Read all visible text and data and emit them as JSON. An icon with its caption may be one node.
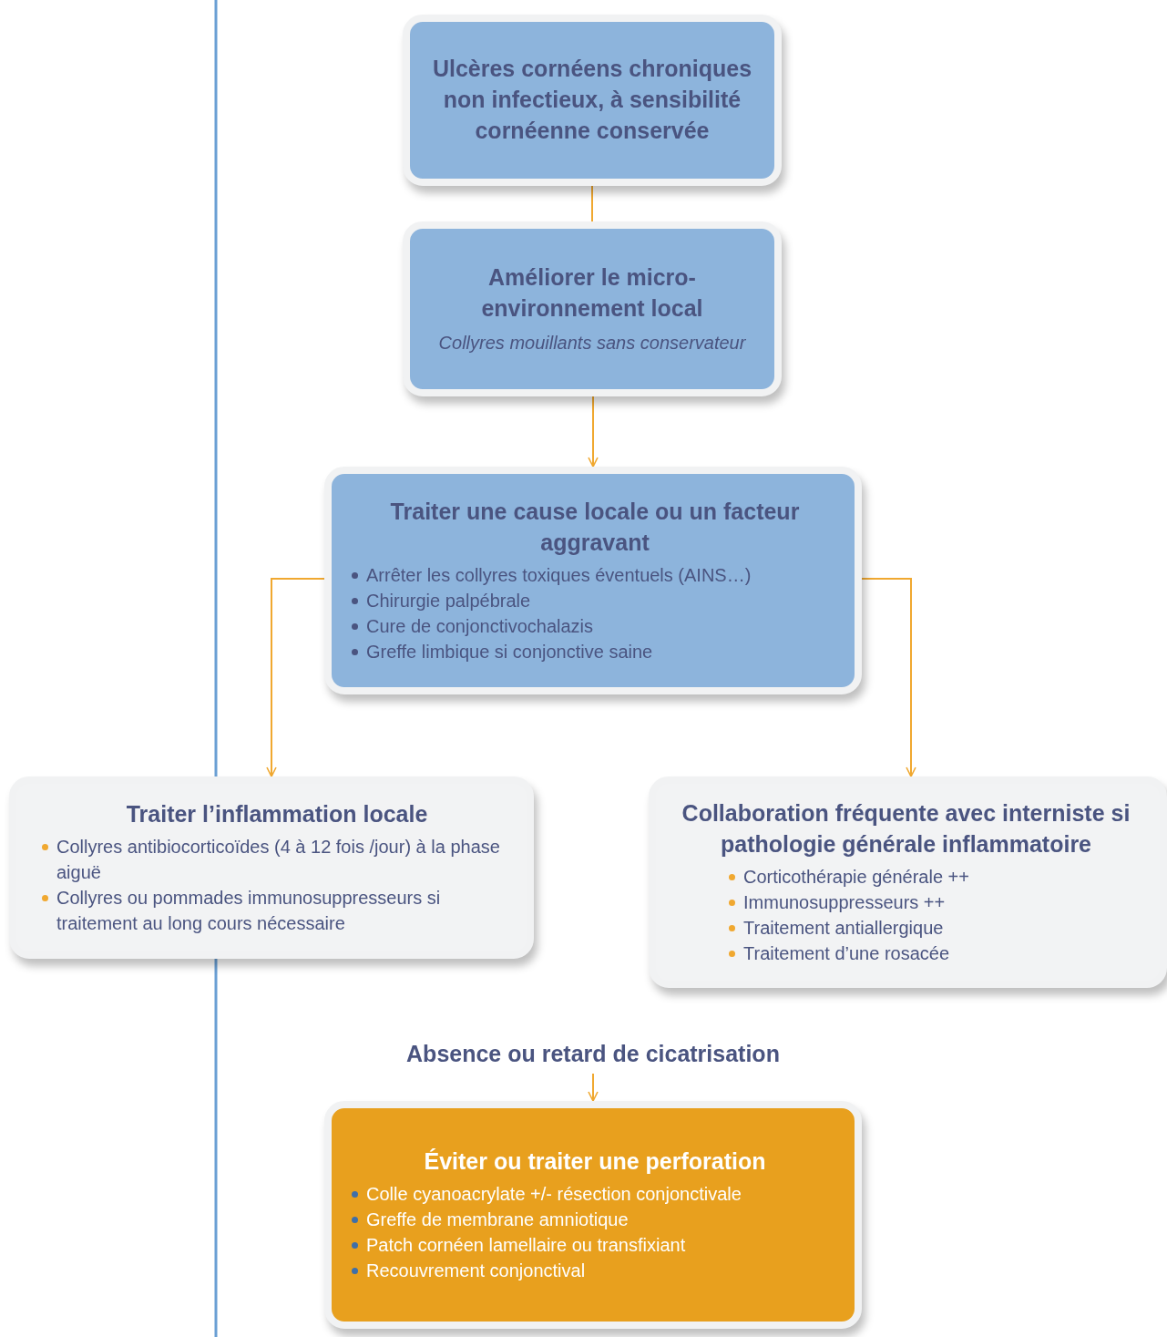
{
  "diagram": {
    "nodes": [
      {
        "text": [
          "Ulcères cornéens chroniques non infectieux, à sensibilité cornéenne conservée"
        ]
      },
      {
        "text": [
          "Améliorer le micro-environnement local",
          "Collyres mouillants sans conservateur"
        ]
      },
      {
        "text": [
          "Traiter une cause locale ou un facteur aggravant",
          "Arrêter les collyres toxiques éventuels (AINS…)",
          "Chirurgie palpébrale",
          "Cure de conjonctivochalazis",
          "Greffe limbique si conjonctive saine"
        ]
      },
      {
        "text": [
          "Traiter l’inflammation locale",
          "Collyres antibiocorticoïdes (4 à 12 fois /jour) à la phase aiguë",
          "Collyres ou pommades immunosuppresseurs si traitement au long cours nécessaire"
        ]
      },
      {
        "text": [
          "Collaboration fréquente avec interniste si pathologie générale inflammatoire",
          "Corticothérapie générale ++",
          "Immunosuppresseurs ++",
          "Traitement antiallergique",
          "Traitement d’une rosacée"
        ]
      },
      {
        "text": [
          "Absence ou retard de cicatrisation"
        ]
      },
      {
        "text": [
          "Éviter ou traiter une perforation",
          "Colle cyanoacrylate +/- résection conjonctivale",
          "Greffe de membrane amniotique",
          "Patch cornéen lamellaire ou transfixiant",
          "Recouvrement conjonctival"
        ]
      }
    ],
    "edges": [
      {
        "from": 0,
        "to": 1,
        "arrow": "none"
      },
      {
        "from": 1,
        "to": 2,
        "arrow": "to"
      },
      {
        "from": 2,
        "to": 3,
        "arrow": "to"
      },
      {
        "from": 2,
        "to": 4,
        "arrow": "to"
      },
      {
        "from": 5,
        "to": 6,
        "arrow": "to"
      }
    ]
  }
}
